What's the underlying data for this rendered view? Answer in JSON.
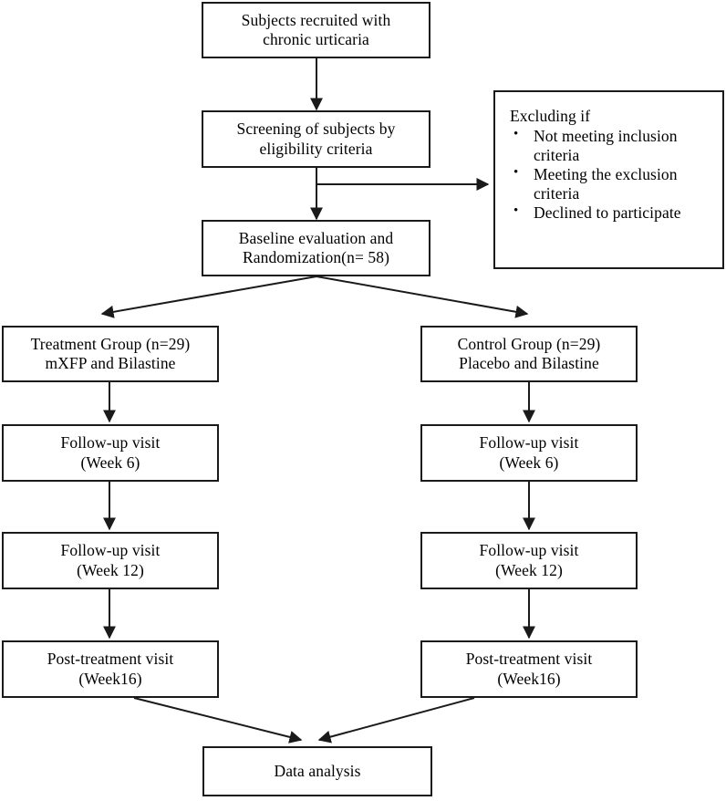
{
  "diagram": {
    "title": "Clinical trial CONSORT-style participant flow diagram",
    "accent_color": "#1a1a1a",
    "background_color": "#ffffff"
  },
  "nodes": {
    "recruited": {
      "line1": "Subjects recruited with",
      "line2": "chronic urticaria"
    },
    "screening": {
      "line1": "Screening of subjects by",
      "line2": "eligibility  criteria"
    },
    "exclusion": {
      "title": "Excluding if",
      "bullet_glyph": "•",
      "items": [
        "Not meeting inclusion criteria",
        "Meeting the exclusion criteria",
        "Declined to participate"
      ]
    },
    "baseline": {
      "line1": "Baseline evaluation and",
      "line2": "Randomization(n= 58)"
    },
    "treatment_group": {
      "line1": "Treatment Group (n=29)",
      "line2": "mXFP and Bilastine"
    },
    "control_group": {
      "line1": "Control Group (n=29)",
      "line2": "Placebo and Bilastine"
    },
    "treatment_followup_w6": {
      "line1": "Follow-up visit",
      "line2": "(Week 6)"
    },
    "treatment_followup_w12": {
      "line1": "Follow-up visit",
      "line2": "(Week 12)"
    },
    "treatment_post": {
      "line1": "Post-treatment visit",
      "line2": "(Week16)"
    },
    "control_followup_w6": {
      "line1": "Follow-up visit",
      "line2": "(Week 6)"
    },
    "control_followup_w12": {
      "line1": "Follow-up visit",
      "line2": "(Week 12)"
    },
    "control_post": {
      "line1": "Post-treatment visit",
      "line2": "(Week16)"
    },
    "data_analysis": {
      "line1": "Data analysis"
    }
  }
}
